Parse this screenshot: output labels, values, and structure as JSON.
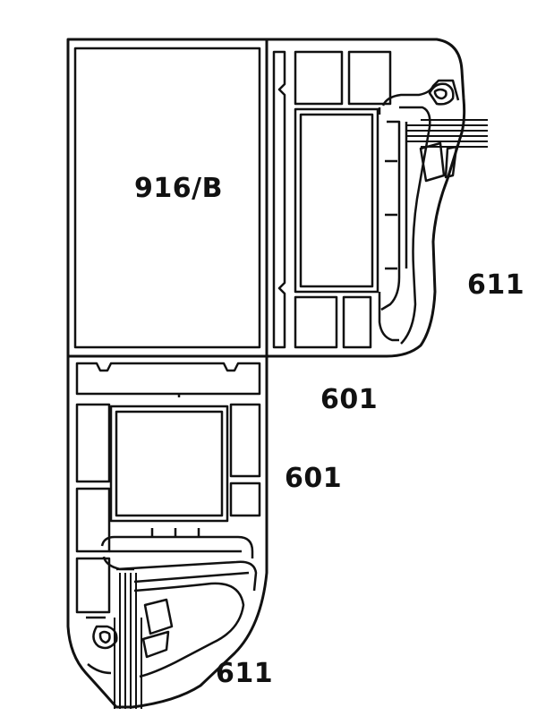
{
  "labels": {
    "transom": "916/B",
    "sash_right": "611",
    "frame_center": "601",
    "frame_left": "601",
    "sash_bottom": "611"
  },
  "colors": {
    "line": "#111111",
    "background": "#ffffff"
  }
}
